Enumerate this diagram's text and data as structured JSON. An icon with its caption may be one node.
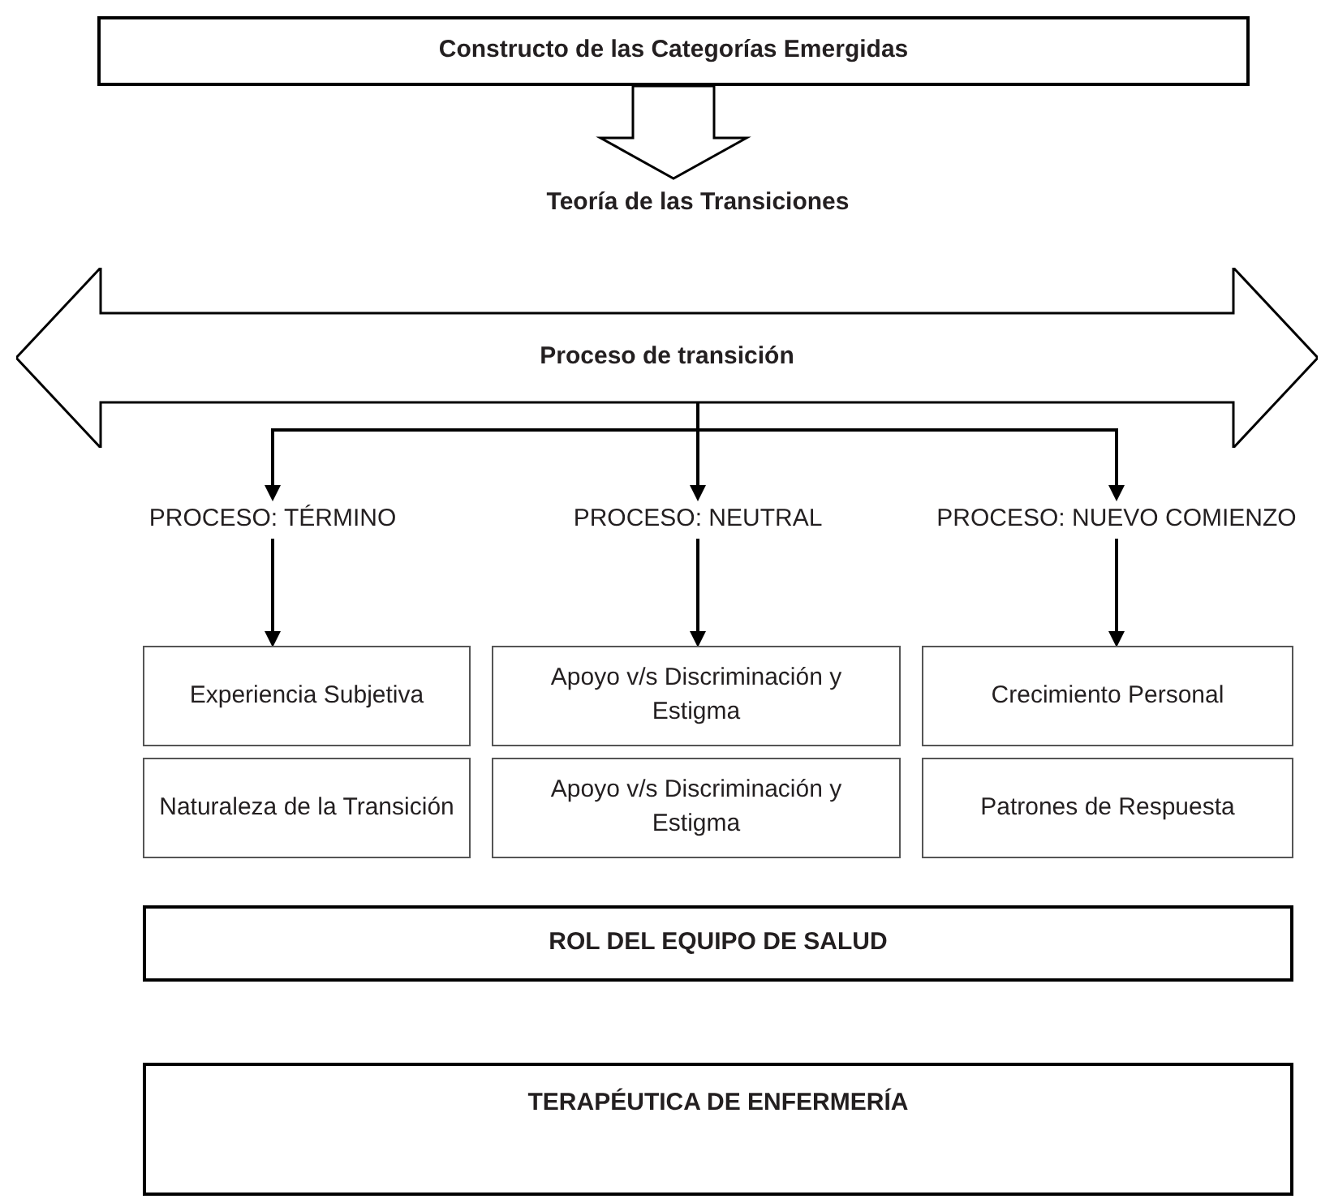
{
  "diagram": {
    "nodes": [
      {
        "text": [
          "Constructo de las Categorías Emergidas"
        ]
      },
      {
        "text": [
          "Teoría de las Transiciones"
        ]
      },
      {
        "text": [
          "Proceso de transición"
        ]
      },
      {
        "text": [
          "PROCESO: TÉRMINO"
        ]
      },
      {
        "text": [
          "PROCESO: NEUTRAL"
        ]
      },
      {
        "text": [
          "PROCESO: NUEVO COMIENZO"
        ]
      },
      {
        "text": [
          "Experiencia Subjetiva"
        ]
      },
      {
        "text": [
          "Apoyo v/s Discriminación y Estigma"
        ]
      },
      {
        "text": [
          "Crecimiento Personal"
        ]
      },
      {
        "text": [
          "Naturaleza de la Transición"
        ]
      },
      {
        "text": [
          "Apoyo v/s Discriminación y Estigma"
        ]
      },
      {
        "text": [
          "Patrones de Respuesta"
        ]
      },
      {
        "text": [
          "ROL DEL EQUIPO DE SALUD"
        ]
      },
      {
        "text": [
          "TERAPÉUTICA DE ENFERMERÍA"
        ]
      }
    ],
    "edges": [
      {
        "from": 0,
        "to": 1,
        "arrow": "to",
        "style": "thick"
      },
      {
        "from": 2,
        "to": 3,
        "arrow": "to"
      },
      {
        "from": 2,
        "to": 4,
        "arrow": "to"
      },
      {
        "from": 2,
        "to": 5,
        "arrow": "to"
      },
      {
        "from": 3,
        "to": 6,
        "arrow": "to"
      },
      {
        "from": 4,
        "to": 7,
        "arrow": "to"
      },
      {
        "from": 5,
        "to": 8,
        "arrow": "to"
      }
    ]
  }
}
